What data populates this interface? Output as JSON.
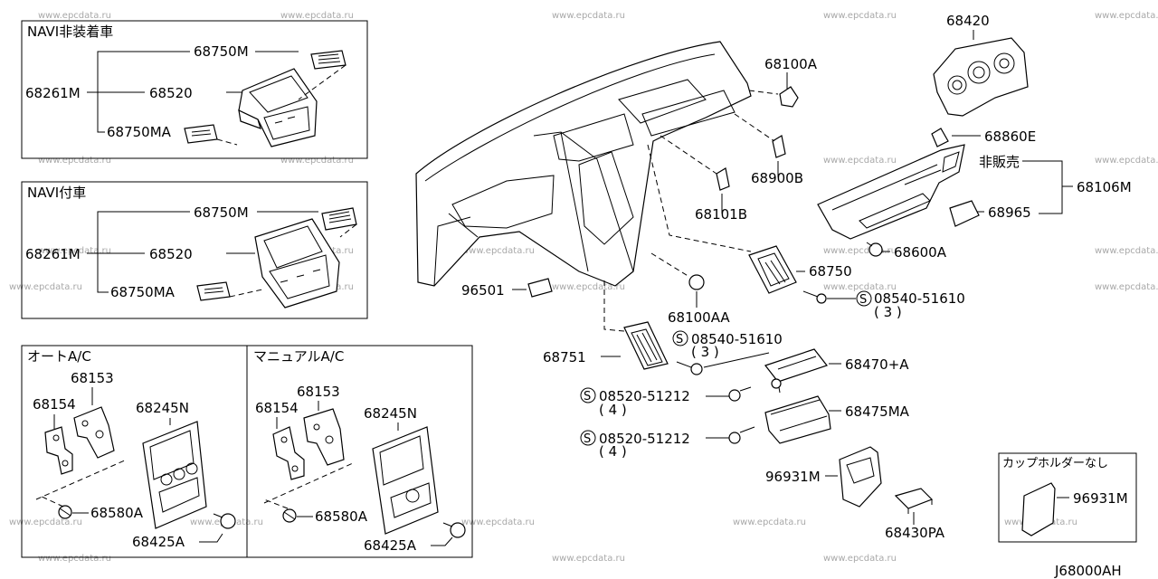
{
  "watermark": "www.epcdata.ru",
  "diagram_code": "J68000AH",
  "boxes": {
    "navi_off": "NAVI非装着車",
    "navi_on": "NAVI付車",
    "auto_ac": "オートA/C",
    "manual_ac": "マニュアルA/C",
    "no_cupholder": "カップホルダーなし"
  },
  "labels": {
    "p68750M": "68750M",
    "p68261M": "68261M",
    "p68520": "68520",
    "p68750MA": "68750MA",
    "p68153": "68153",
    "p68154": "68154",
    "p68245N": "68245N",
    "p68580A": "68580A",
    "p68425A": "68425A",
    "p68100A": "68100A",
    "p68900B": "68900B",
    "p68101B": "68101B",
    "p68420": "68420",
    "p68860E": "68860E",
    "hihanbai": "非販売",
    "p68106M": "68106M",
    "p68965": "68965",
    "p68600A": "68600A",
    "p68750": "68750",
    "bolt_08540_51610": "08540-51610",
    "qty3": "( 3 )",
    "p96501": "96501",
    "p68100AA": "68100AA",
    "p68751": "68751",
    "p68470A": "68470+A",
    "bolt_08520_51212": "08520-51212",
    "qty4": "( 4 )",
    "p68475MA": "68475MA",
    "p96931M": "96931M",
    "p68430PA": "68430PA",
    "s_mark": "S"
  }
}
